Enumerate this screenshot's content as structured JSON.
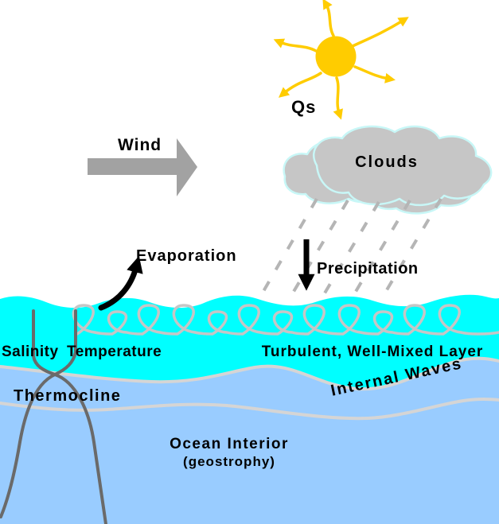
{
  "title": "Ocean-atmosphere interaction diagram",
  "palette": {
    "sun": "#FFCC00",
    "cloud_fill": "#C6C6C6",
    "cloud_outline": "#C8F7F7",
    "wind_arrow": "#A2A2A2",
    "rain_dash": "#B5B5B5",
    "surface_layer": "#00FFFF",
    "interior_layer": "#99CCFF",
    "boundary_line": "#D5D5D5",
    "turbulence_coil": "#C6C6C6",
    "profile_line": "#6A6A6A",
    "arrow_black": "#000000",
    "text": "#000000"
  },
  "labels": {
    "qs": "Qs",
    "wind": "Wind",
    "clouds": "Clouds",
    "evaporation": "Evaporation",
    "precipitation": "Precipitation",
    "salinity": "Salinity",
    "temperature": "Temperature",
    "turbulent_layer": "Turbulent, Well-Mixed Layer",
    "thermocline": "Thermocline",
    "internal_waves": "Internal Waves",
    "ocean_interior": "Ocean Interior",
    "geostrophy": "(geostrophy)"
  }
}
